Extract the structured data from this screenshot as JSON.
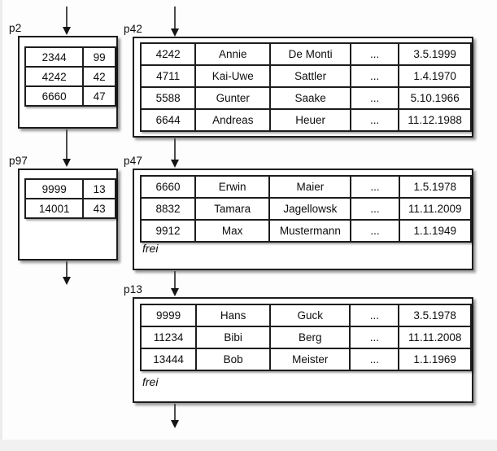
{
  "colors": {
    "background": "#fdfdfd",
    "left_strip": "#ececec",
    "bottom_strip": "#f1f1f1",
    "line": "#1d1d1d",
    "arrow_shaft": "#4d4d4d",
    "text": "#0d0d0d"
  },
  "diagram": {
    "pages": [
      {
        "id": "p2",
        "kind": "directory",
        "rows": [
          [
            "2344",
            "99"
          ],
          [
            "4242",
            "42"
          ],
          [
            "6660",
            "47"
          ]
        ]
      },
      {
        "id": "p42",
        "kind": "data",
        "rows": [
          [
            "4242",
            "Annie",
            "De Monti",
            "...",
            "3.5.1999"
          ],
          [
            "4711",
            "Kai-Uwe",
            "Sattler",
            "...",
            "1.4.1970"
          ],
          [
            "5588",
            "Gunter",
            "Saake",
            "...",
            "5.10.1966"
          ],
          [
            "6644",
            "Andreas",
            "Heuer",
            "...",
            "11.12.1988"
          ]
        ]
      },
      {
        "id": "p97",
        "kind": "directory",
        "rows": [
          [
            "9999",
            "13"
          ],
          [
            "14001",
            "43"
          ]
        ]
      },
      {
        "id": "p47",
        "kind": "data",
        "free_label": "frei",
        "rows": [
          [
            "6660",
            "Erwin",
            "Maier",
            "...",
            "1.5.1978"
          ],
          [
            "8832",
            "Tamara",
            "Jagellowsk",
            "...",
            "11.11.2009"
          ],
          [
            "9912",
            "Max",
            "Mustermann",
            "...",
            "1.1.1949"
          ]
        ]
      },
      {
        "id": "p13",
        "kind": "data",
        "free_label": "frei",
        "rows": [
          [
            "9999",
            "Hans",
            "Guck",
            "...",
            "3.5.1978"
          ],
          [
            "11234",
            "Bibi",
            "Berg",
            "...",
            "11.11.2008"
          ],
          [
            "13444",
            "Bob",
            "Meister",
            "...",
            "1.1.1969"
          ]
        ]
      }
    ],
    "connectors": [
      {
        "name": "arrow-into-p2",
        "to": "p2"
      },
      {
        "name": "arrow-into-p42",
        "to": "p42"
      },
      {
        "name": "arrow-p2-to-p97",
        "from": "p2",
        "to": "p97"
      },
      {
        "name": "arrow-out-of-p97",
        "from": "p97"
      },
      {
        "name": "arrow-p42-to-p47",
        "from": "p42",
        "to": "p47"
      },
      {
        "name": "arrow-p47-to-p13",
        "from": "p47",
        "to": "p13"
      },
      {
        "name": "arrow-out-of-p13",
        "from": "p13"
      }
    ]
  }
}
